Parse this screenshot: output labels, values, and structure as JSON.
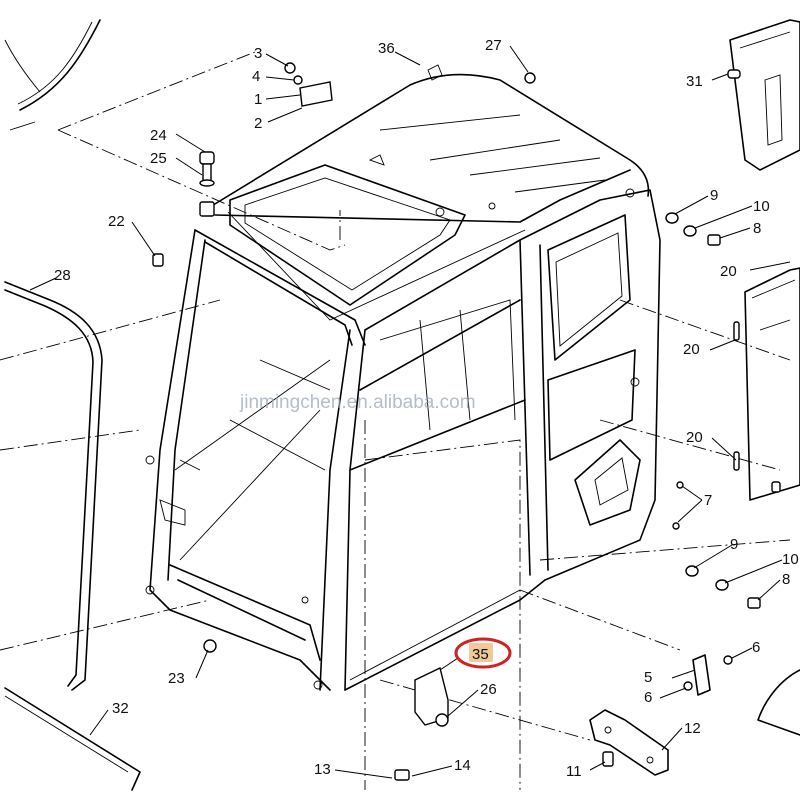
{
  "watermark": "jinmingchen.en.alibaba.com",
  "highlight": {
    "label": "35",
    "ring_color": "#d42020",
    "fill_color": "#f2c99a"
  },
  "labels": {
    "l1": "1",
    "l2": "2",
    "l3": "3",
    "l4": "4",
    "l5": "5",
    "l6a": "6",
    "l6b": "6",
    "l7": "7",
    "l8a": "8",
    "l8b": "8",
    "l9a": "9",
    "l9b": "9",
    "l10a": "10",
    "l10b": "10",
    "l11": "11",
    "l12": "12",
    "l13": "13",
    "l14": "14",
    "l20a": "20",
    "l20b": "20",
    "l20c": "20",
    "l22": "22",
    "l23": "23",
    "l24": "24",
    "l25": "25",
    "l26": "26",
    "l27": "27",
    "l28": "28",
    "l31": "31",
    "l32": "32",
    "l36": "36"
  }
}
